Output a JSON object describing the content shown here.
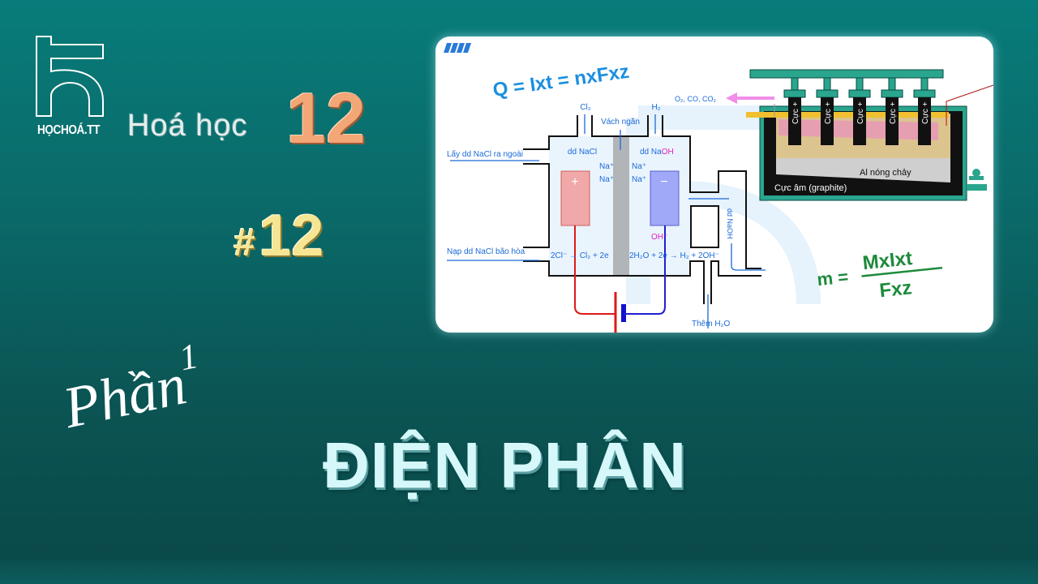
{
  "logo": {
    "text": "HỌCHOÁ.TT"
  },
  "header": {
    "subject": "Hoá học",
    "grade": "12"
  },
  "episode": {
    "hash": "#",
    "number": "12"
  },
  "part": {
    "label": "Phần",
    "number": "1"
  },
  "title": "ĐIỆN PHÂN",
  "diagram": {
    "formula_q": "Q = Ixt = nxFxz",
    "formula_m_numerator": "MxIxt",
    "formula_m_prefix": "m =",
    "formula_m_denominator": "Fxz",
    "chlor_alkali": {
      "cl2": "Cl₂",
      "h2": "H₂",
      "membrane": "Vách ngăn",
      "anode_solution": "dd NaCl",
      "cathode_solution_prefix": "dd Na",
      "cathode_solution_suffix": "OH",
      "na_from": "Na⁺",
      "na_to": "Na⁺",
      "outlet": "Lấy dd NaCl ra ngoài",
      "inlet": "Nạp dd NaCl bão hòa",
      "anode_reaction": "2Cl⁻ → Cl₂ + 2e",
      "cathode_reaction": "2H₂O + 2e → H₂ + 2OH⁻",
      "hydroxide": "OH⁻",
      "naoh_out": "dd NaOH",
      "water_in": "Thêm H₂O",
      "anode_sign": "+",
      "cathode_sign": "−"
    },
    "aluminium": {
      "gases": "O₂, CO, CO₂",
      "anode_label": "Cực +",
      "molten": "Al nóng chảy",
      "cathode": "Cực âm (graphite)"
    }
  },
  "colors": {
    "accent_blue": "#1a8fe0",
    "formula_green": "#1e8a3c",
    "anode_red": "#e01818",
    "cathode_blue": "#2020d0",
    "teal": "#2aa58e"
  }
}
